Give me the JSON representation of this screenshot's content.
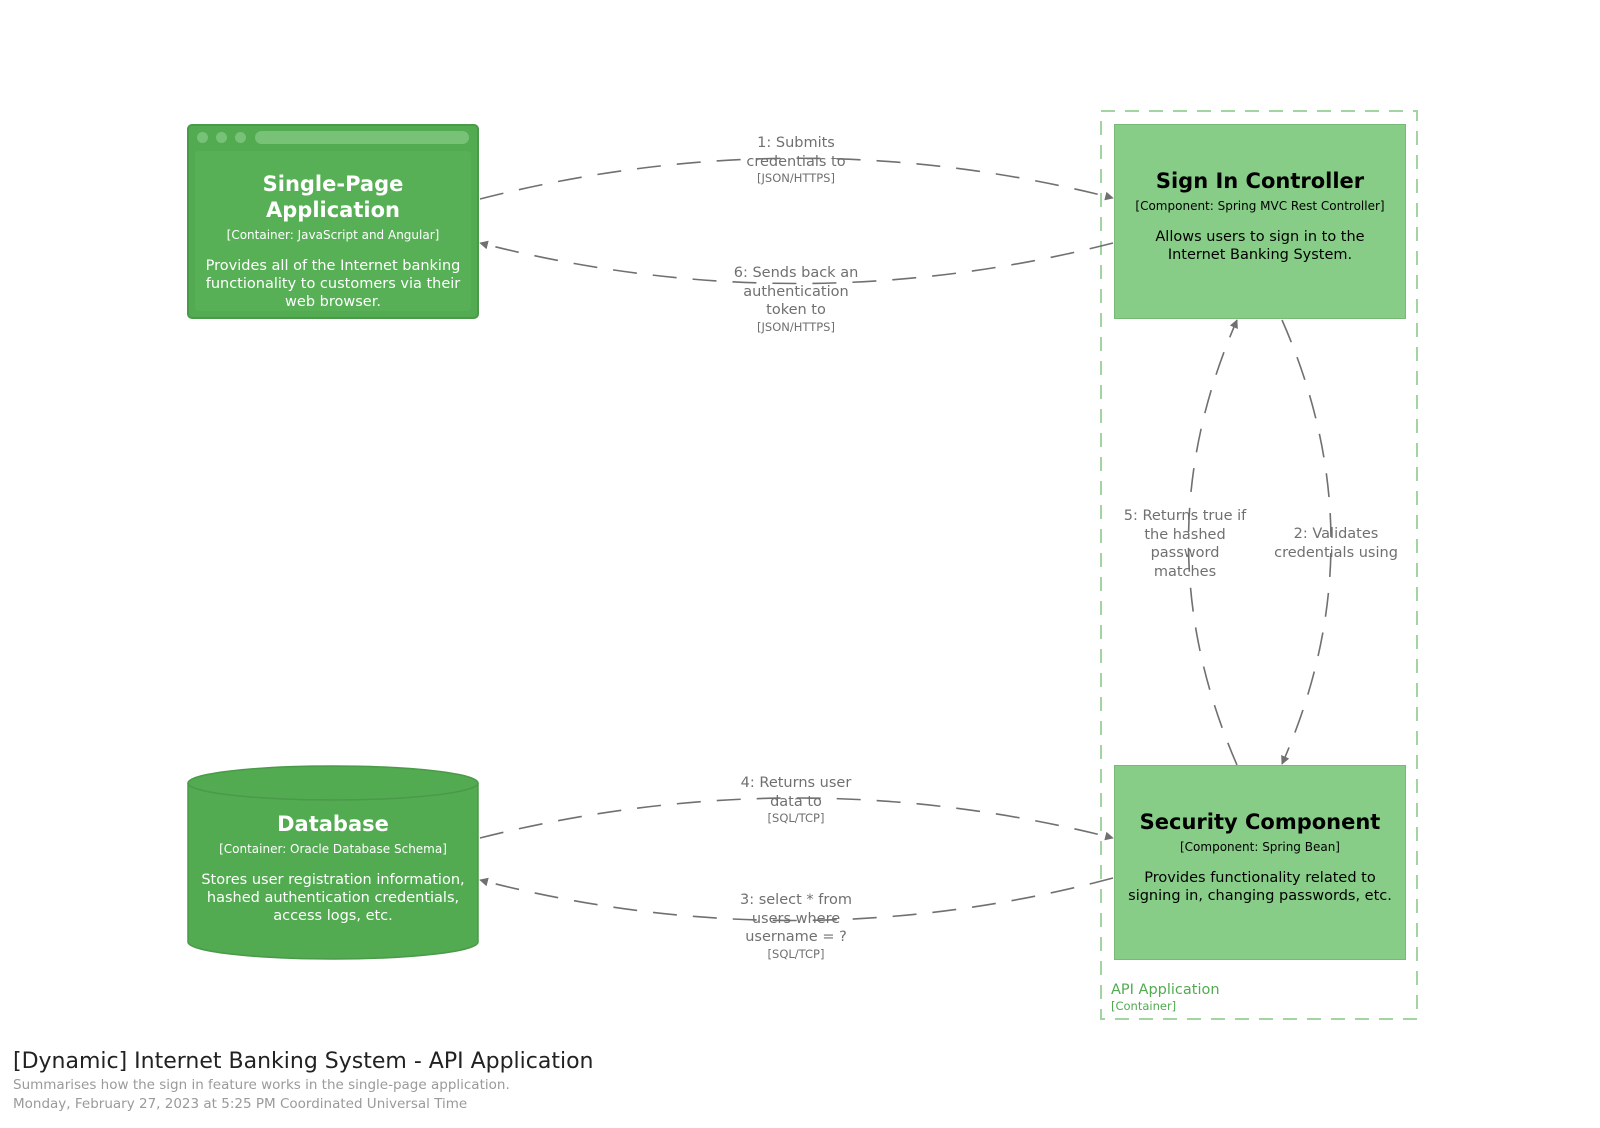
{
  "nodes": {
    "spa": {
      "title": "Single-Page Application",
      "tech": "[Container: JavaScript and Angular]",
      "description": "Provides all of the Internet banking functionality to customers via their web browser."
    },
    "signin": {
      "title": "Sign In Controller",
      "tech": "[Component: Spring MVC Rest Controller]",
      "description": "Allows users to sign in to the Internet Banking System."
    },
    "security": {
      "title": "Security Component",
      "tech": "[Component: Spring Bean]",
      "description": "Provides functionality related to signing in, changing passwords, etc."
    },
    "database": {
      "title": "Database",
      "tech": "[Container: Oracle Database Schema]",
      "description": "Stores user registration information, hashed authentication credentials, access logs, etc."
    }
  },
  "relationships": {
    "r1": {
      "label": "1: Submits credentials to",
      "tech": "[JSON/HTTPS]"
    },
    "r2": {
      "label": "2: Validates credentials using"
    },
    "r3": {
      "label": "3: select * from users where username = ?",
      "tech": "[SQL/TCP]"
    },
    "r4": {
      "label": "4: Returns user data to",
      "tech": "[SQL/TCP]"
    },
    "r5": {
      "label": "5: Returns true if the hashed password matches"
    },
    "r6": {
      "label": "6: Sends back an authentication token to",
      "tech": "[JSON/HTTPS]"
    }
  },
  "boundary": {
    "name": "API Application",
    "type": "[Container]"
  },
  "footer": {
    "title": "[Dynamic] Internet Banking System - API Application",
    "description": "Summarises how the sign in feature works in the single-page application.",
    "timestamp": "Monday, February 27, 2023 at 5:25 PM Coordinated Universal Time"
  },
  "colors": {
    "container": "#52ab51",
    "component": "#88cd87",
    "boundary": "#a3d5a2",
    "arrow": "#707070"
  }
}
